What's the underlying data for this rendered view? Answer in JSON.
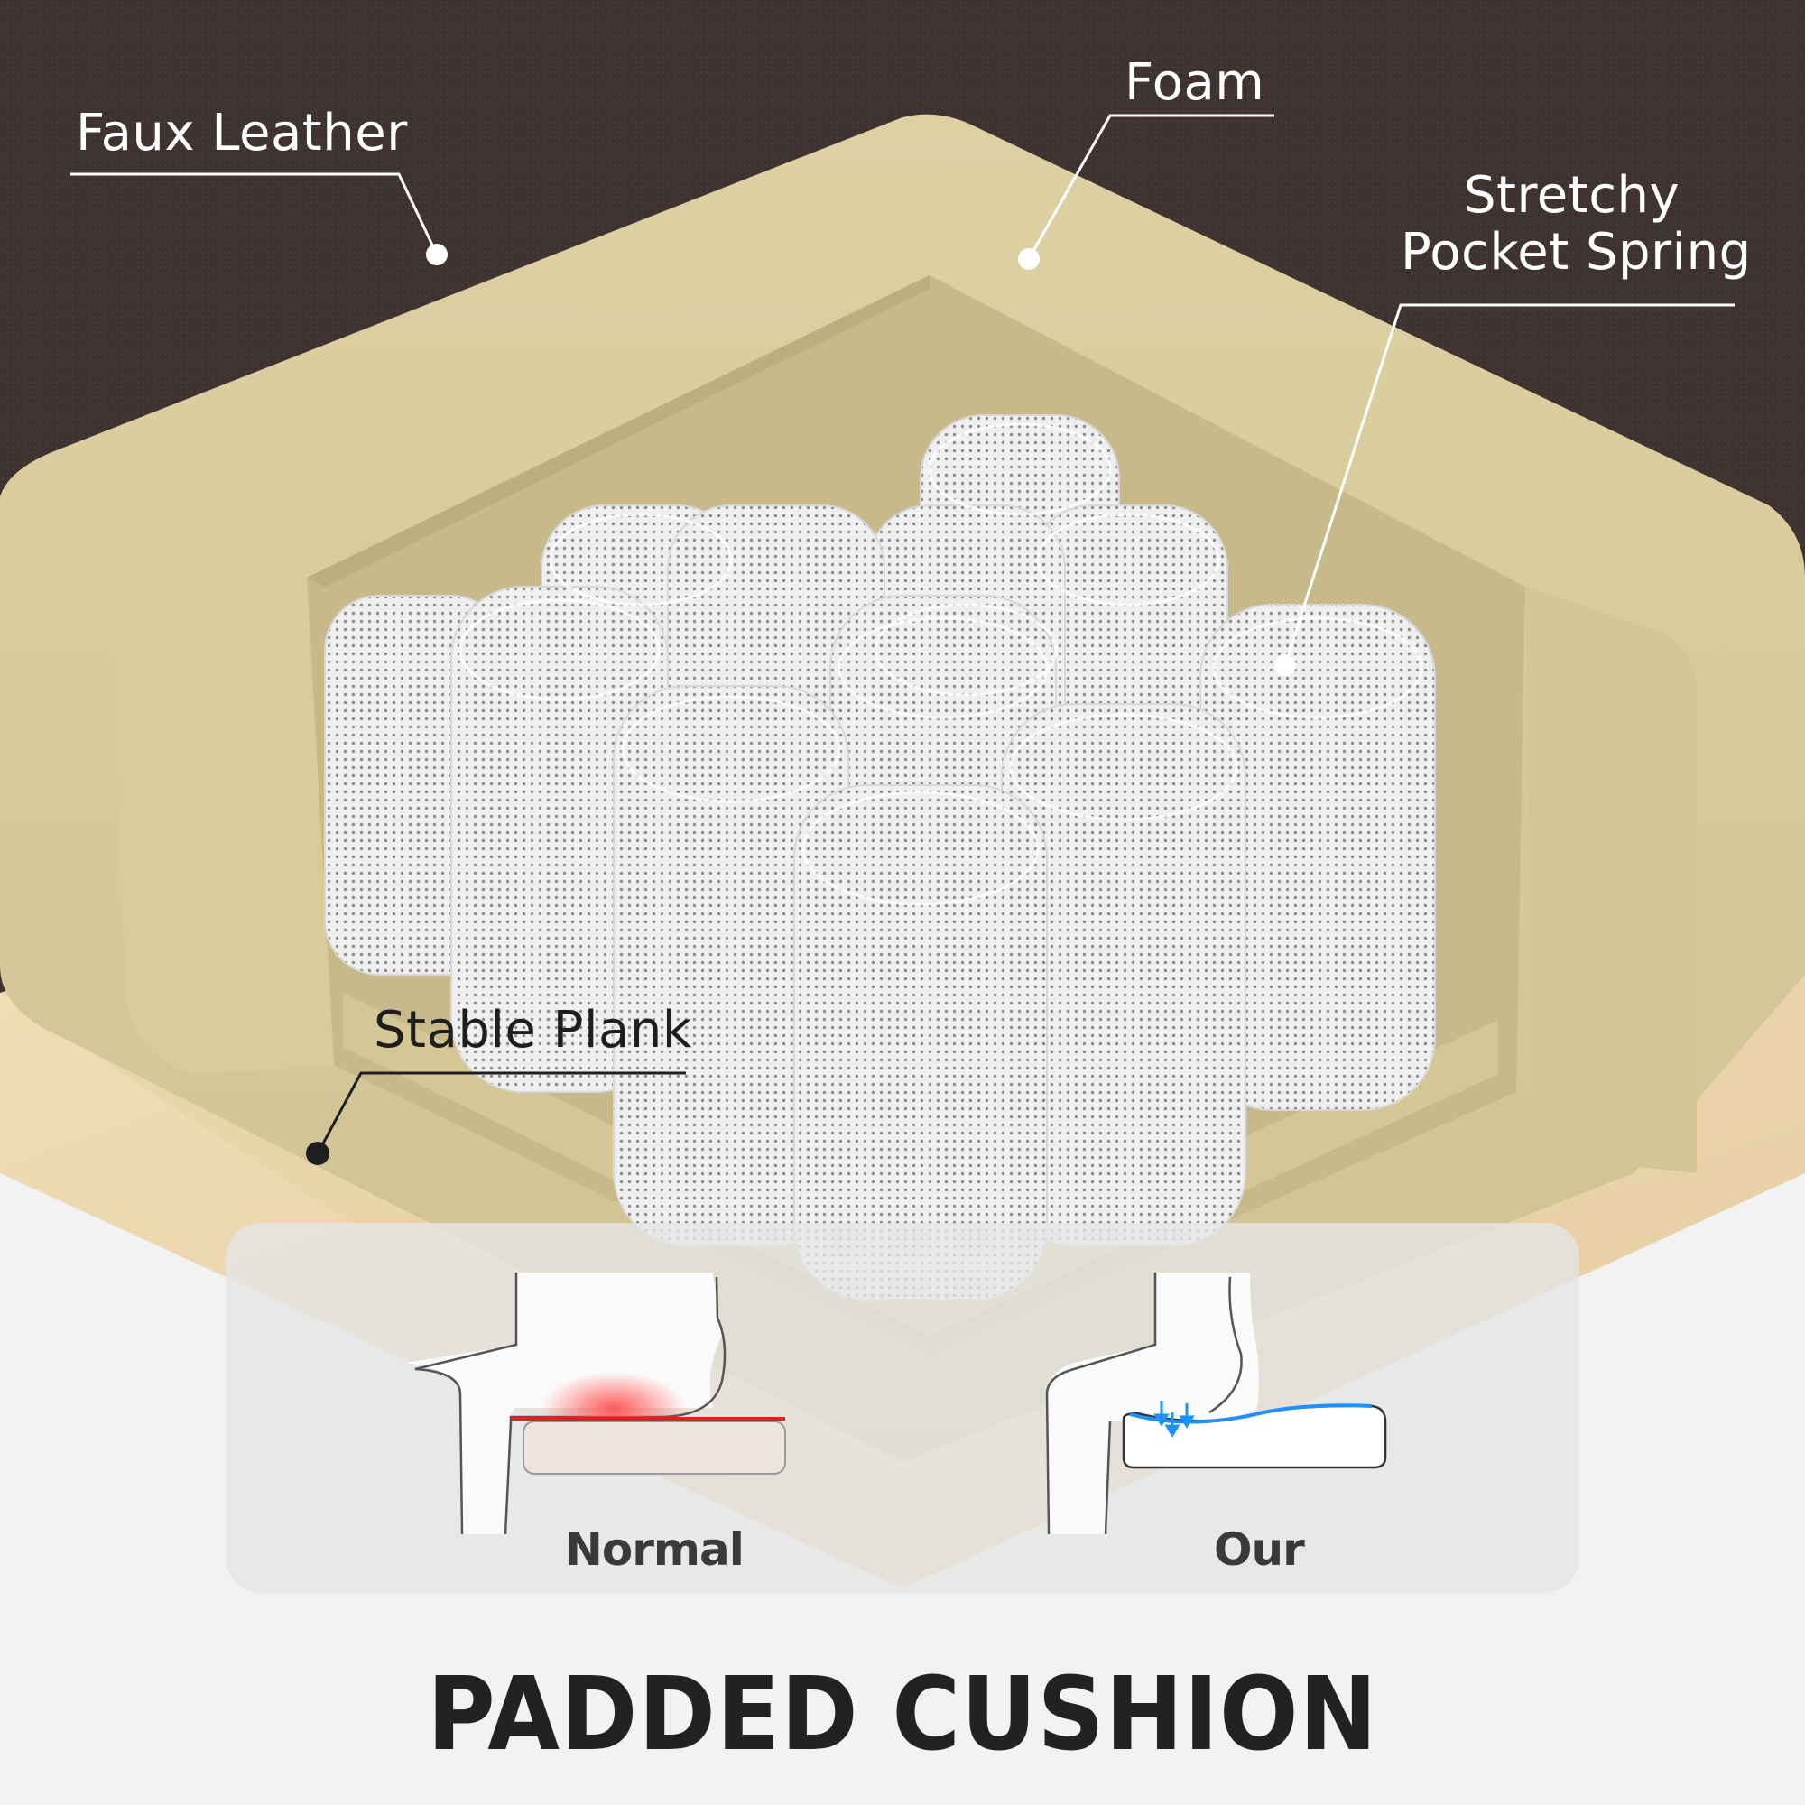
{
  "callouts": {
    "faux_leather": "Faux Leather",
    "foam": "Foam",
    "pocket_spring_line1": "Stretchy",
    "pocket_spring_line2": "Pocket Spring",
    "stable_plank": "Stable Plank"
  },
  "comparison": {
    "normal_label": "Normal",
    "our_label": "Our",
    "normal_pressure_color": "#e02020",
    "our_support_color": "#1e90ff"
  },
  "title": "PADDED CUSHION",
  "colors": {
    "leather": "#3f3331",
    "foam": "#d9cc9d",
    "plank": "#e9d4ac",
    "spring_fabric": "#ececec",
    "background": "#f2f2f2",
    "title_text": "#222222"
  }
}
